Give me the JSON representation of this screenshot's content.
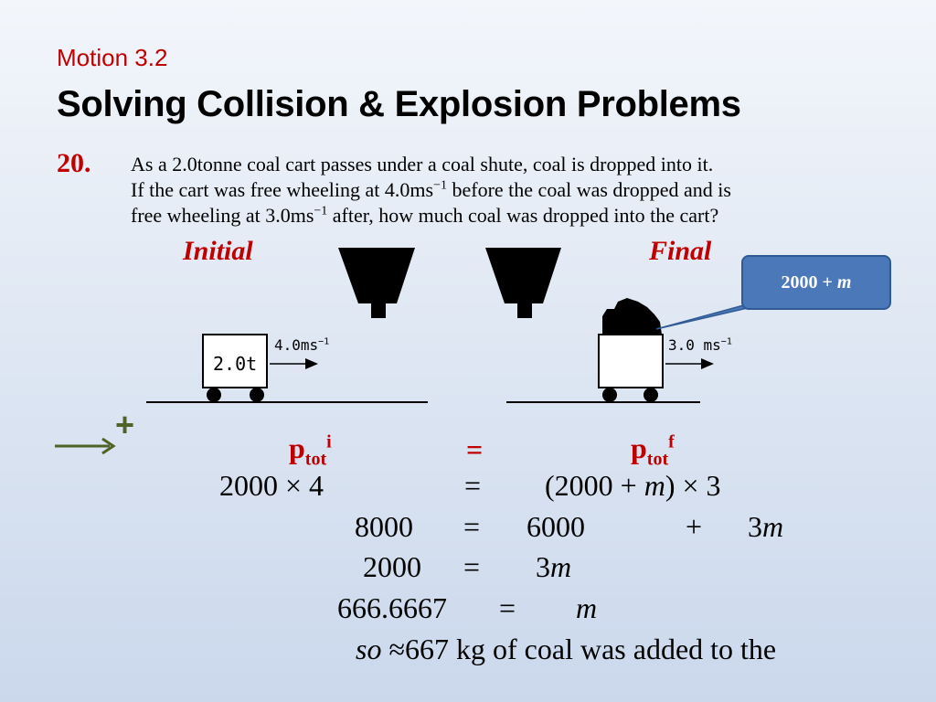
{
  "header": {
    "section": "Motion 3.2",
    "title": "Solving Collision & Explosion Problems"
  },
  "question": {
    "number": "20.",
    "line1": "As a 2.0tonne coal cart passes under a coal shute, coal is dropped into it.",
    "line2_a": "If the cart was free wheeling at 4.0ms",
    "line2_sup": "−1",
    "line2_b": " before the coal was dropped and is",
    "line3_a": "free wheeling at 3.0ms",
    "line3_sup": "−1",
    "line3_b": " after, how much coal was dropped into the cart?"
  },
  "diagram": {
    "initial_label": "Initial",
    "final_label": "Final",
    "cart_initial_label": "2.0t",
    "velocity_initial": "4.0ms",
    "velocity_final": "3.0 ms",
    "velocity_sup": "−1",
    "callout_a": "2000 + ",
    "callout_m": "m",
    "direction_sign": "+"
  },
  "working": {
    "ptot": "p",
    "ptot_sub": "tot",
    "ptot_i": "i",
    "ptot_f": "f",
    "equals": "=",
    "line1_left": "2000 × 4",
    "line1_right_a": "(2000 + ",
    "line1_right_m": "m",
    "line1_right_b": ") × 3",
    "line2_left": "8000",
    "line2_mid": "6000",
    "line2_plus": "+",
    "line2_right_a": "3",
    "line2_right_m": "m",
    "line3_left": "2000",
    "line3_right_a": "3",
    "line3_right_m": "m",
    "line4_left": "666.6667",
    "line4_right_m": "m",
    "conclusion_so": "so",
    "conclusion_approx": "≈",
    "conclusion_text": "667 kg of coal was added to the"
  },
  "colors": {
    "accent_red": "#c00000",
    "callout_blue": "#4a78b8",
    "arrow_green": "#4f6228"
  }
}
